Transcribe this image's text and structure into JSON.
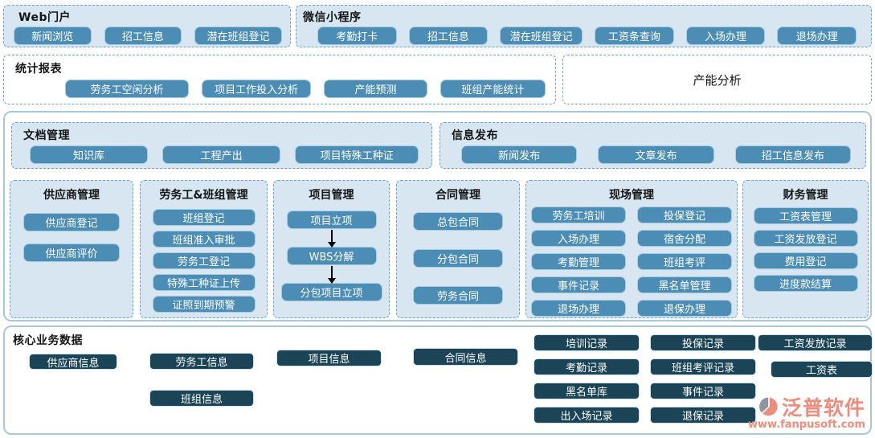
{
  "colors": {
    "button_blue": "#4c8db6",
    "button_dark": "#1b4456",
    "panel_bg": "#d7e6f0",
    "dashed_border": "#70a3c2",
    "solid_border": "#a9c7db",
    "logo_accent": "#ee8b7b",
    "arrow": "#000000"
  },
  "web_portal": {
    "title": "Web门户",
    "buttons": [
      "新闻浏览",
      "招工信息",
      "潜在班组登记"
    ]
  },
  "wechat": {
    "title": "微信小程序",
    "buttons": [
      "考勤打卡",
      "招工信息",
      "潜在班组登记",
      "工资条查询",
      "入场办理",
      "退场办理"
    ]
  },
  "stats": {
    "title": "统计报表",
    "buttons": [
      "劳务工空闲分析",
      "项目工作投入分析",
      "产能预测",
      "班组产能统计"
    ]
  },
  "capacity": {
    "title": "产能分析"
  },
  "docs": {
    "title": "文档管理",
    "buttons": [
      "知识库",
      "工程产出",
      "项目特殊工种证"
    ]
  },
  "info_pub": {
    "title": "信息发布",
    "buttons": [
      "新闻发布",
      "文章发布",
      "招工信息发布"
    ]
  },
  "supplier": {
    "title": "供应商管理",
    "buttons": [
      "供应商登记",
      "供应商评价"
    ]
  },
  "labor_team": {
    "title": "劳务工&班组管理",
    "buttons": [
      "班组登记",
      "班组准入审批",
      "劳务工登记",
      "特殊工种证上传",
      "证照到期预警"
    ]
  },
  "project": {
    "title": "项目管理",
    "steps": [
      "项目立项",
      "WBS分解",
      "分包项目立项"
    ]
  },
  "contract": {
    "title": "合同管理",
    "buttons": [
      "总包合同",
      "分包合同",
      "劳务合同"
    ]
  },
  "site": {
    "title": "现场管理",
    "buttons": [
      "劳务工培训",
      "投保登记",
      "入场办理",
      "宿舍分配",
      "考勤管理",
      "班组考评",
      "事件记录",
      "黑名单管理",
      "退场办理",
      "退保办理"
    ]
  },
  "finance": {
    "title": "财务管理",
    "buttons": [
      "工资表管理",
      "工资发放登记",
      "费用登记",
      "进度款结算"
    ]
  },
  "core": {
    "title": "核心业务数据",
    "supplier_info": "供应商信息",
    "labor_info": "劳务工信息",
    "team_info": "班组信息",
    "project_info": "项目信息",
    "contract_info": "合同信息",
    "training_rec": "培训记录",
    "attendance_rec": "考勤记录",
    "blacklist_db": "黑名单库",
    "inout_rec": "出入场记录",
    "insure_rec": "投保记录",
    "team_eval_rec": "班组考评记录",
    "event_rec": "事件记录",
    "refund_rec": "退保记录",
    "salary_pay_rec": "工资发放记录",
    "salary_table": "工资表"
  },
  "logo": {
    "brand": "泛普软件",
    "site": "www.fanpusoft.com"
  }
}
